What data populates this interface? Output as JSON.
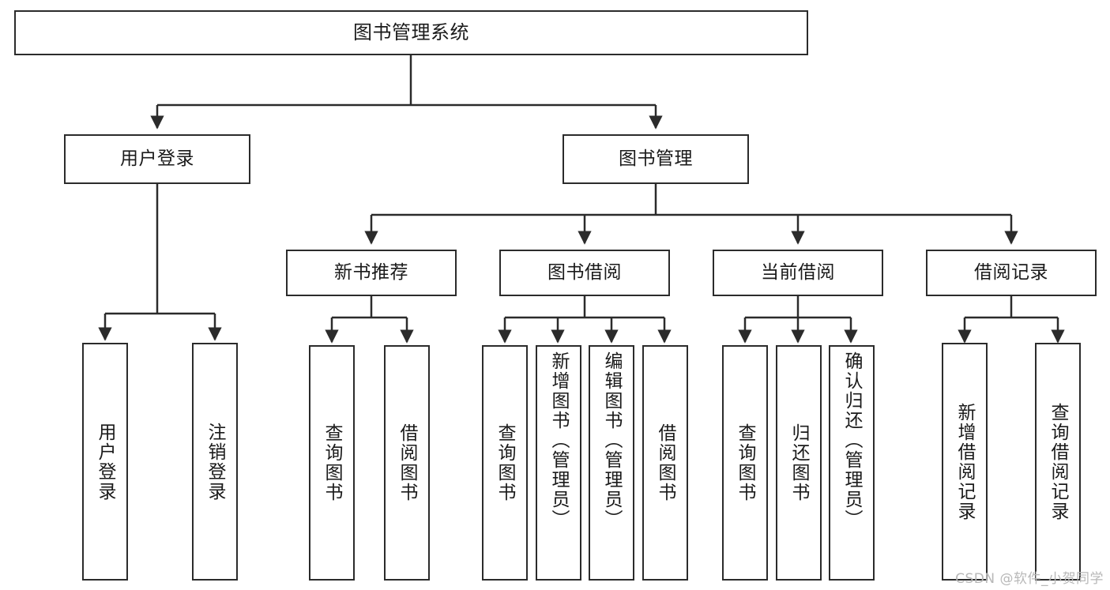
{
  "diagram": {
    "title": "图书管理系统",
    "type": "tree",
    "root": {
      "id": "root",
      "label": "图书管理系统",
      "orientation": "horizontal"
    },
    "level2": [
      {
        "id": "user-login",
        "label": "用户登录",
        "orientation": "horizontal"
      },
      {
        "id": "book-management",
        "label": "图书管理",
        "orientation": "horizontal"
      }
    ],
    "level3": [
      {
        "id": "new-book-recommend",
        "label": "新书推荐",
        "orientation": "horizontal",
        "parent": "book-management"
      },
      {
        "id": "book-borrow",
        "label": "图书借阅",
        "orientation": "horizontal",
        "parent": "book-management"
      },
      {
        "id": "current-borrow",
        "label": "当前借阅",
        "orientation": "horizontal",
        "parent": "book-management"
      },
      {
        "id": "borrow-record",
        "label": "借阅记录",
        "orientation": "horizontal",
        "parent": "book-management"
      }
    ],
    "leaves": {
      "user_login": [
        {
          "id": "leaf-user-login",
          "label": "用户登录"
        },
        {
          "id": "leaf-logout-login",
          "label": "注销登录"
        }
      ],
      "new_book_recommend": [
        {
          "id": "leaf-query-book-1",
          "label": "查询图书"
        },
        {
          "id": "leaf-borrow-book-1",
          "label": "借阅图书"
        }
      ],
      "book_borrow": [
        {
          "id": "leaf-query-book-2",
          "label": "查询图书"
        },
        {
          "id": "leaf-add-book",
          "label": "新增图书（管理员）"
        },
        {
          "id": "leaf-edit-book",
          "label": "编辑图书（管理员）"
        },
        {
          "id": "leaf-borrow-book-2",
          "label": "借阅图书"
        }
      ],
      "current_borrow": [
        {
          "id": "leaf-query-book-3",
          "label": "查询图书"
        },
        {
          "id": "leaf-return-book",
          "label": "归还图书"
        },
        {
          "id": "leaf-confirm-return",
          "label": "确认归还（管理员）"
        }
      ],
      "borrow_record": [
        {
          "id": "leaf-add-record",
          "label": "新增借阅记录"
        },
        {
          "id": "leaf-query-record",
          "label": "查询借阅记录"
        }
      ]
    },
    "colors": {
      "box_border": "#2b2b2b",
      "box_fill": "#ffffff",
      "connector": "#2b2b2b",
      "text": "#1a1a1a",
      "watermark": "#b8b8b8"
    }
  },
  "watermark": {
    "text": "CSDN @软件_小贺同学"
  }
}
